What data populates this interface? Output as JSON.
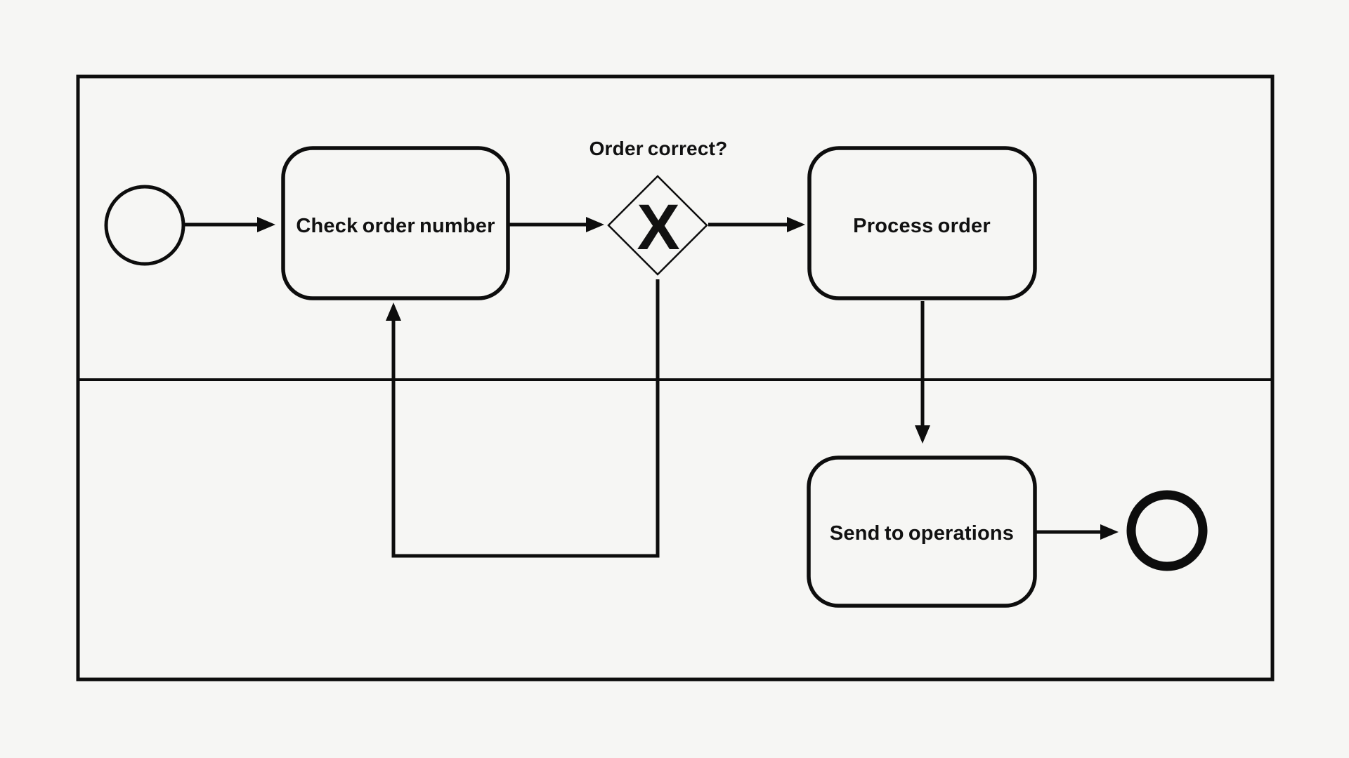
{
  "diagram": {
    "kind": "BPMN process flowchart",
    "colors": {
      "background": "#f6f6f4",
      "line": "#0d0d0d",
      "text": "#111111"
    },
    "pool": {
      "lane_count": 2
    },
    "nodes": {
      "start_event": {
        "type": "start-event",
        "label": ""
      },
      "check_order": {
        "type": "task",
        "label": "Check order number"
      },
      "gateway": {
        "type": "exclusive-gateway",
        "symbol": "X",
        "label": "Order correct?"
      },
      "process_order": {
        "type": "task",
        "label": "Process order"
      },
      "send_operations": {
        "type": "task",
        "label": "Send to operations"
      },
      "end_event": {
        "type": "end-event",
        "label": ""
      }
    },
    "edges": [
      {
        "from": "start_event",
        "to": "check_order"
      },
      {
        "from": "check_order",
        "to": "gateway"
      },
      {
        "from": "gateway",
        "to": "process_order"
      },
      {
        "from": "process_order",
        "to": "send_operations"
      },
      {
        "from": "send_operations",
        "to": "end_event"
      },
      {
        "from": "gateway",
        "to": "check_order",
        "note": "loop back"
      }
    ]
  }
}
